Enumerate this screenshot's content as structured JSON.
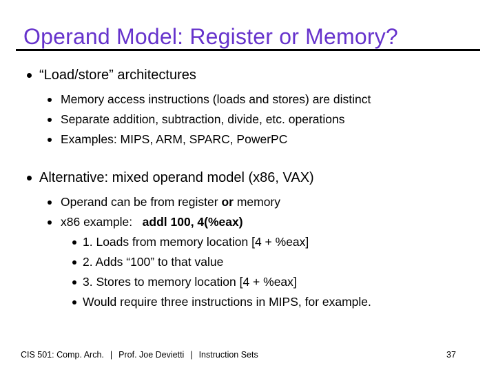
{
  "slide": {
    "title": "Operand Model: Register or Memory?",
    "content": [
      {
        "level": 1,
        "segments": [
          {
            "text": "“Load/store” architectures",
            "bold": false
          }
        ]
      },
      {
        "level": 2,
        "segments": [
          {
            "text": "Memory access instructions (loads and stores) are distinct",
            "bold": false
          }
        ]
      },
      {
        "level": 2,
        "segments": [
          {
            "text": "Separate addition, subtraction, divide, etc. operations",
            "bold": false
          }
        ]
      },
      {
        "level": 2,
        "segments": [
          {
            "text": "Examples: MIPS, ARM, SPARC, PowerPC",
            "bold": false
          }
        ]
      },
      {
        "level": 1,
        "segments": [
          {
            "text": "Alternative: mixed operand model (x86, VAX)",
            "bold": false
          }
        ]
      },
      {
        "level": 2,
        "segments": [
          {
            "text": "Operand can be from register ",
            "bold": false
          },
          {
            "text": "or",
            "bold": true
          },
          {
            "text": " memory",
            "bold": false
          }
        ]
      },
      {
        "level": 2,
        "segments": [
          {
            "text": "x86 example:   ",
            "bold": false
          },
          {
            "text": "addl 100, 4(%eax)",
            "bold": true
          }
        ]
      },
      {
        "level": 3,
        "segments": [
          {
            "text": "1. Loads from memory location [4 + %eax]",
            "bold": false
          }
        ]
      },
      {
        "level": 3,
        "segments": [
          {
            "text": "2. Adds “100” to that value",
            "bold": false
          }
        ]
      },
      {
        "level": 3,
        "segments": [
          {
            "text": "3. Stores to memory location [4 + %eax]",
            "bold": false
          }
        ]
      },
      {
        "level": 3,
        "segments": [
          {
            "text": "Would require three instructions in MIPS, for example.",
            "bold": false
          }
        ]
      }
    ],
    "footer": {
      "course": "CIS 501: Comp. Arch.",
      "separator": "|",
      "professor": "Prof. Joe Devietti",
      "deck": "Instruction Sets",
      "page_number": "37"
    },
    "colors": {
      "title": "#6633cc",
      "body": "#000000",
      "rule": "#000000",
      "background": "#ffffff"
    }
  }
}
